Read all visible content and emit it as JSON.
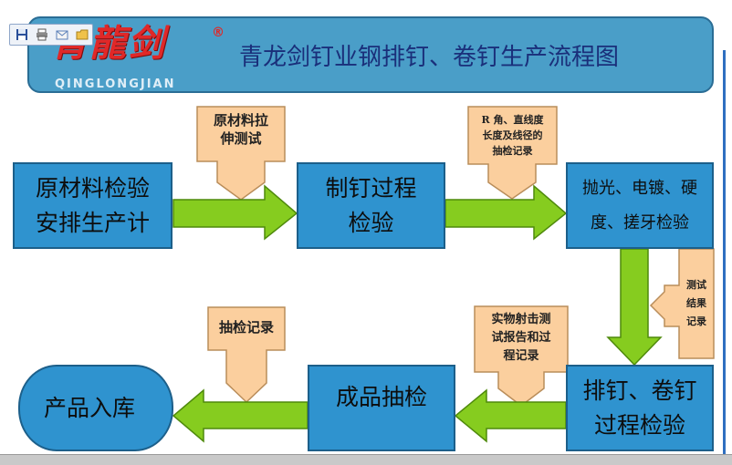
{
  "header": {
    "logo_text": "青龍剑",
    "logo_registered": "®",
    "logo_subtitle": "QINGLONGJIAN",
    "title": "青龙剑钉业钢排钉、卷钉生产流程图"
  },
  "toolbar": {
    "items": [
      "save-icon",
      "print-icon",
      "mail-icon",
      "folder-icon"
    ]
  },
  "process_steps": [
    {
      "id": "raw-material-inspection",
      "lines": [
        "原材料检验",
        "安排生产计"
      ]
    },
    {
      "id": "nail-making-inspection",
      "lines": [
        "制钉过程",
        "检验"
      ]
    },
    {
      "id": "polish-plate-thread-inspection",
      "lines": [
        "抛光、电镀、硬",
        "度、搓牙检验"
      ]
    },
    {
      "id": "strip-coil-inspection",
      "lines": [
        "排钉、卷钉",
        "过程检验"
      ]
    },
    {
      "id": "finished-product-sampling",
      "lines": [
        "成品抽检"
      ]
    },
    {
      "id": "warehousing",
      "lines": [
        "产品入库"
      ]
    }
  ],
  "notes": [
    {
      "id": "tensile-test",
      "lines": [
        "原材料拉",
        "伸测试"
      ]
    },
    {
      "id": "angle-diameter-record",
      "lines": [
        "R 角、直线度",
        "长度及线径的",
        "抽检记录"
      ]
    },
    {
      "id": "sampling-record",
      "lines": [
        "抽检记录"
      ]
    },
    {
      "id": "firing-test-record",
      "lines": [
        "实物射击测",
        "试报告和过",
        "程记录"
      ]
    },
    {
      "id": "test-result-record",
      "lines": [
        "测试",
        "结果",
        "记录"
      ]
    }
  ],
  "colors": {
    "process_box": "#2f93cf",
    "process_border": "#1c5f8a",
    "note_fill": "#fbcf9e",
    "note_border": "#b98d5a",
    "flow_arrow": "#86cc1f",
    "flow_arrow_border": "#4f8a0c",
    "header_bg": "#4a9ec8",
    "title_text": "#1a2f7a",
    "logo_red": "#e02828"
  }
}
